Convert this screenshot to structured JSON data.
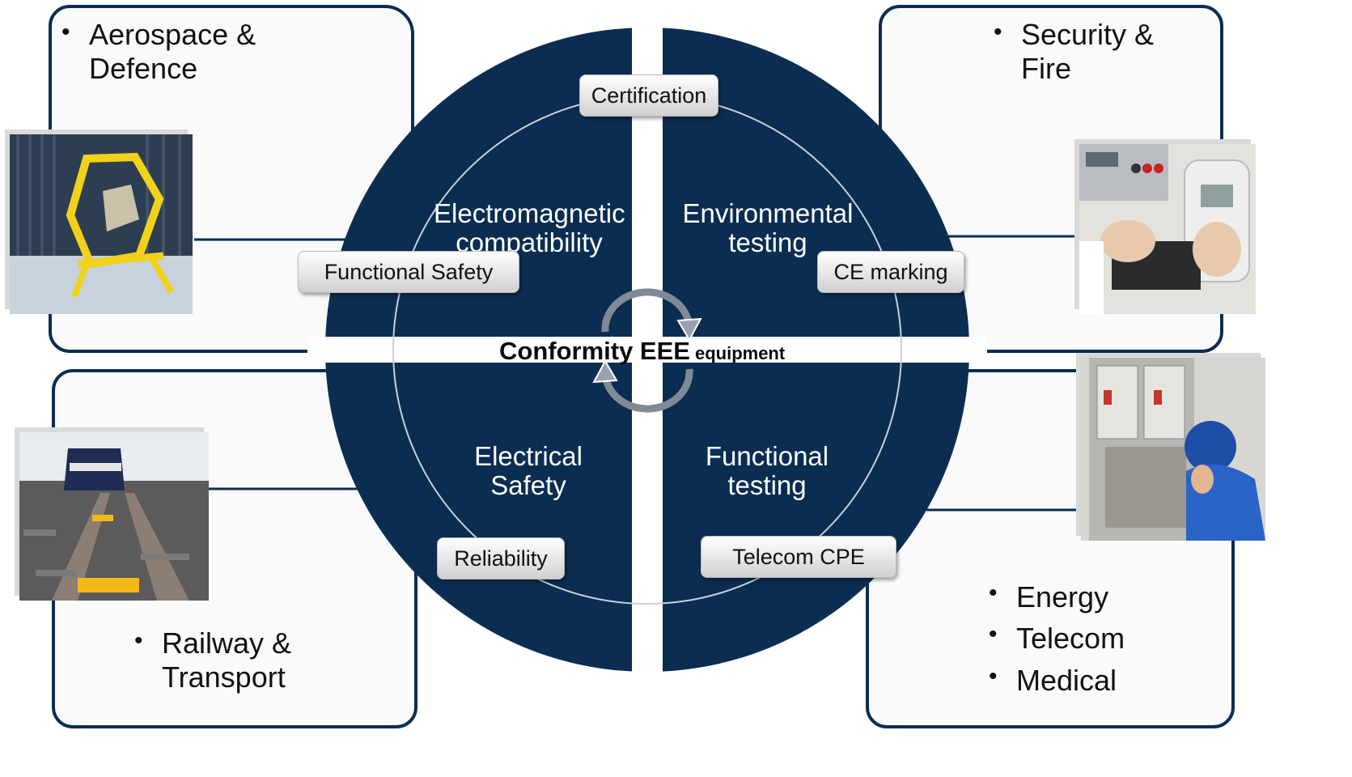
{
  "sectors": [
    {
      "bullets": [
        "Aerospace & Defence"
      ]
    },
    {
      "bullets": [
        "Security & Fire"
      ]
    },
    {
      "bullets": [
        "Railway & Transport"
      ]
    },
    {
      "bullets": [
        "Energy",
        "Telecom",
        "Medical"
      ]
    }
  ],
  "quadrants": {
    "top_left": "Electromagnetic compatibility",
    "top_right": "Environmental testing",
    "bottom_left": "Electrical Safety",
    "bottom_right": "Functional testing"
  },
  "badges": {
    "certification": "Certification",
    "functional_safety": "Functional Safety",
    "ce_marking": "CE marking",
    "reliability": "Reliability",
    "telecom_cpe": "Telecom CPE"
  },
  "center": {
    "title": "Conformity EEE",
    "subtitle": "equipment"
  },
  "colors": {
    "navy": "#0b2d52",
    "circle_fill": "#0b2d52",
    "background": "#ffffff"
  }
}
